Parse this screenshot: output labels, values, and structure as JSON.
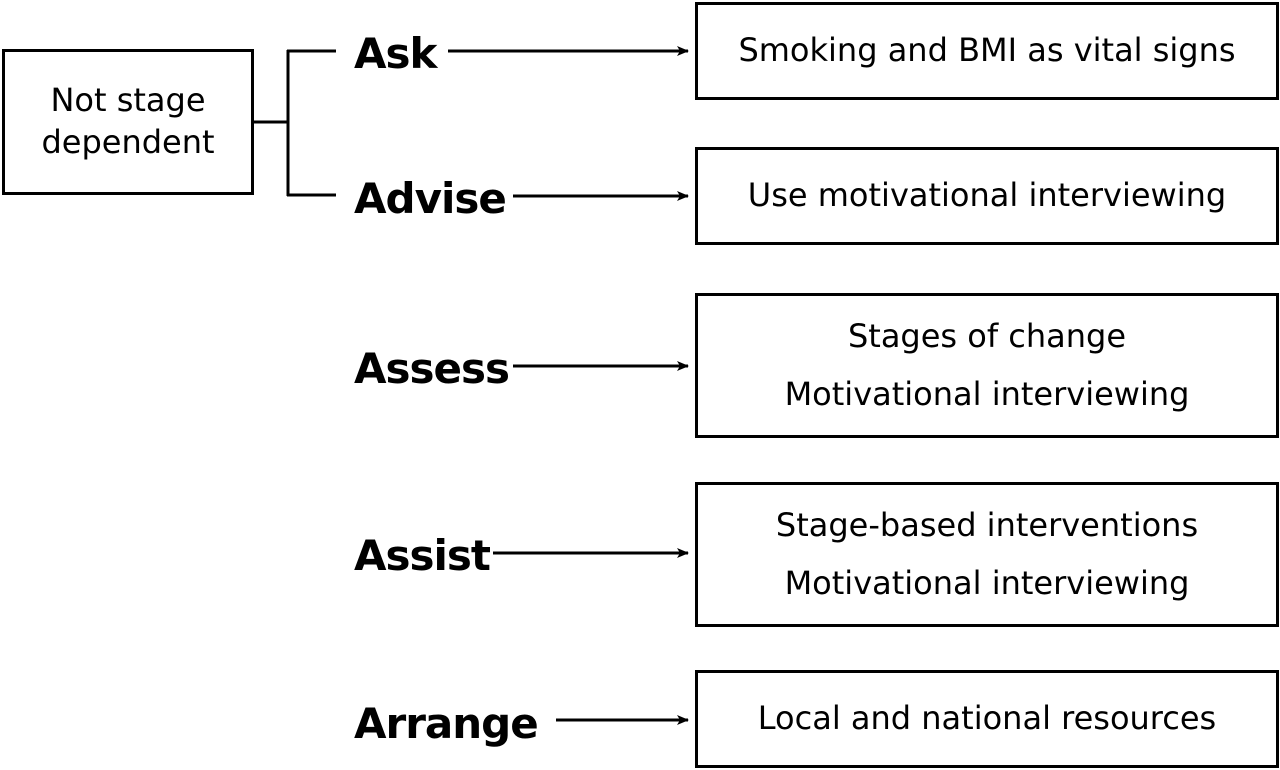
{
  "left_box": {
    "lines": [
      "Not stage",
      "dependent"
    ]
  },
  "steps": [
    {
      "label": "Ask",
      "lines": [
        "Smoking and BMI as vital signs"
      ]
    },
    {
      "label": "Advise",
      "lines": [
        "Use motivational interviewing"
      ]
    },
    {
      "label": "Assess",
      "lines": [
        "Stages of change",
        "Motivational interviewing"
      ]
    },
    {
      "label": "Assist",
      "lines": [
        "Stage-based interventions",
        "Motivational interviewing"
      ]
    },
    {
      "label": "Arrange",
      "lines": [
        "Local and national resources"
      ]
    }
  ]
}
